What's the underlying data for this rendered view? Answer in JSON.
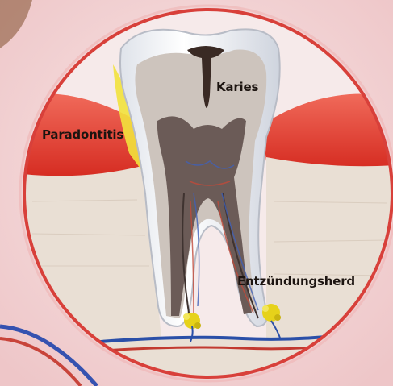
{
  "labels": {
    "karies": "Karies",
    "paradontitis": "Paradontitis",
    "entzuendungsherd": "Entzündungsherd"
  },
  "colors": {
    "background": "#f3d7d7",
    "ring": "#d8403a",
    "gum": "#e03a2c",
    "bone": "#e8ddd2",
    "enamel": "#f4f4f6",
    "dentin": "#cfc6c0",
    "pulp": "#6a5a58",
    "caries": "#3a2a24",
    "inflammation": "#e6d21a",
    "nerve_blue": "#2a4fa8",
    "nerve_red": "#c23a30"
  },
  "icons": [
    "tooth-cross-section",
    "caries-spot",
    "inflammation-focus"
  ]
}
